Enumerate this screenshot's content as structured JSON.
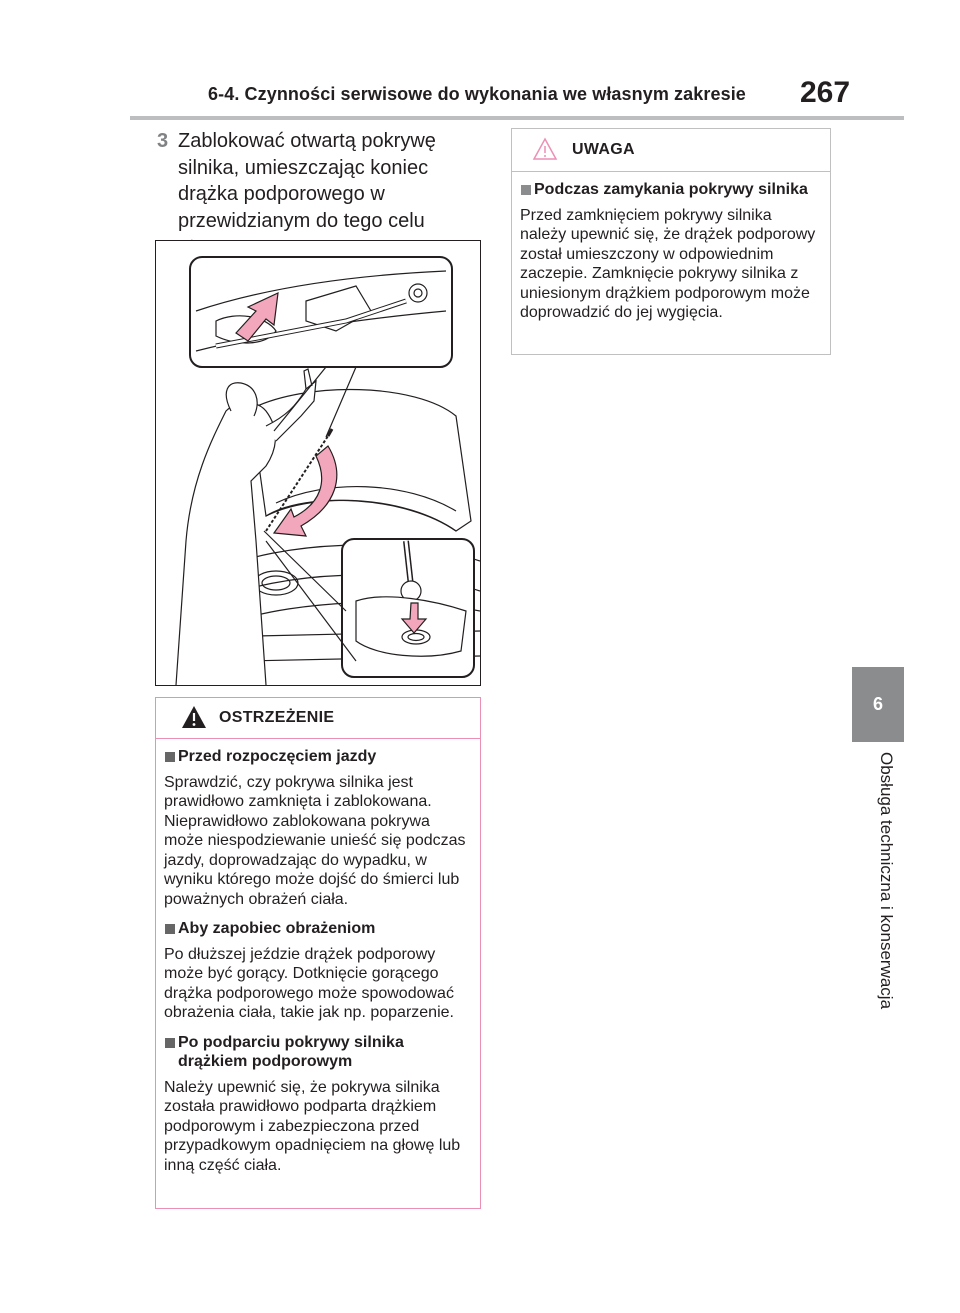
{
  "header": {
    "title": "6-4. Czynności serwisowe do wykonania we własnym zakresie",
    "page_number": "267"
  },
  "side": {
    "tab_number": "6",
    "section_label": "Obsługa techniczna i konserwacja"
  },
  "step": {
    "number": "3",
    "text": "Zablokować otwartą pokrywę silnika, umieszczając koniec drążka podporowego w przewidzianym do tego celu otworze."
  },
  "uwaga": {
    "icon": "warning-triangle-icon",
    "label": "UWAGA",
    "heading": "Podczas zamykania pokrywy silnika",
    "text": "Przed zamknięciem pokrywy silnika należy upewnić się, że drążek podporowy został umieszczony w odpowiednim zaczepie. Zamknięcie pokrywy silnika z uniesionym drążkiem podporowym może doprowadzić do jej wygięcia."
  },
  "warning": {
    "icon": "warning-triangle-icon",
    "label": "OSTRZEŻENIE",
    "sections": [
      {
        "heading": "Przed rozpoczęciem jazdy",
        "text": "Sprawdzić, czy pokrywa silnika jest prawidłowo zamknięta i zablokowana. Nieprawidłowo zablokowana pokrywa może niespodziewanie unieść się podczas jazdy, doprowadzając do wypadku, w wyniku którego może dojść do śmierci lub poważnych obrażeń ciała."
      },
      {
        "heading": "Aby zapobiec obrażeniom",
        "text": "Po dłuższej jeździe drążek podporowy może być gorący. Dotknięcie gorącego drążka podporowego może spowodować obrażenia ciała, takie jak np. poparzenie."
      },
      {
        "heading": "Po podparciu pokrywy silnika drążkiem podporowym",
        "text": "Należy upewnić się, że pokrywa silnika została prawidłowo podparta drążkiem podporowym i zabezpieczona przed przypadkowym opadnięciem na głowę lub inną część ciała."
      }
    ]
  },
  "colors": {
    "warning_border": "#ec8fb5",
    "arrow_pink": "#f2a7bd",
    "tab_gray": "#8a8c8e"
  }
}
